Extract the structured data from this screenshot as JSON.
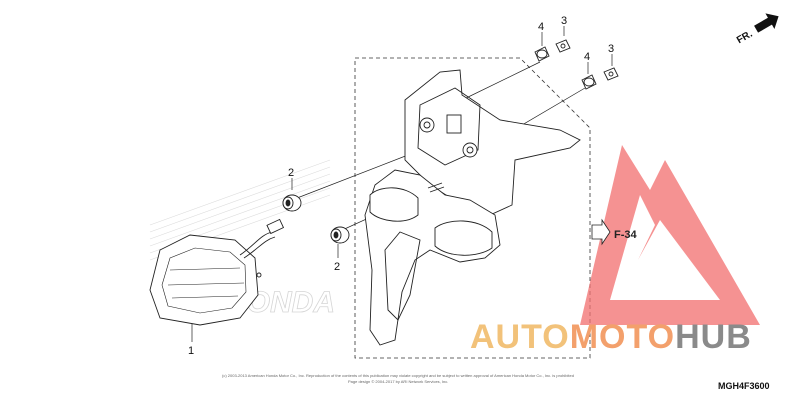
{
  "callouts": {
    "c1": "1",
    "c2a": "2",
    "c2b": "2",
    "c3a": "3",
    "c3b": "3",
    "c4a": "4",
    "c4b": "4"
  },
  "ref_label": "F-34",
  "direction_label": "FR.",
  "diagram_code": "MGH4F3600",
  "copyright_line1": "(c) 2003-2013 American Honda Motor Co., Inc. Reproduction of the contents of this publication may violate copyright and be subject to written approval of American Honda Motor Co., Inc. is prohibited",
  "copyright_line2": "Page design © 2004-2017 by ARI Network Services, Inc.",
  "brand_watermark": "HONDA",
  "watermark": {
    "part1": "AUTO",
    "part2": "MOTO",
    "part3": "HUB",
    "color1": "#f2c27a",
    "color2": "#f3a06c",
    "color3": "#8a8a8a",
    "triangle_color": "#f26d6d"
  }
}
